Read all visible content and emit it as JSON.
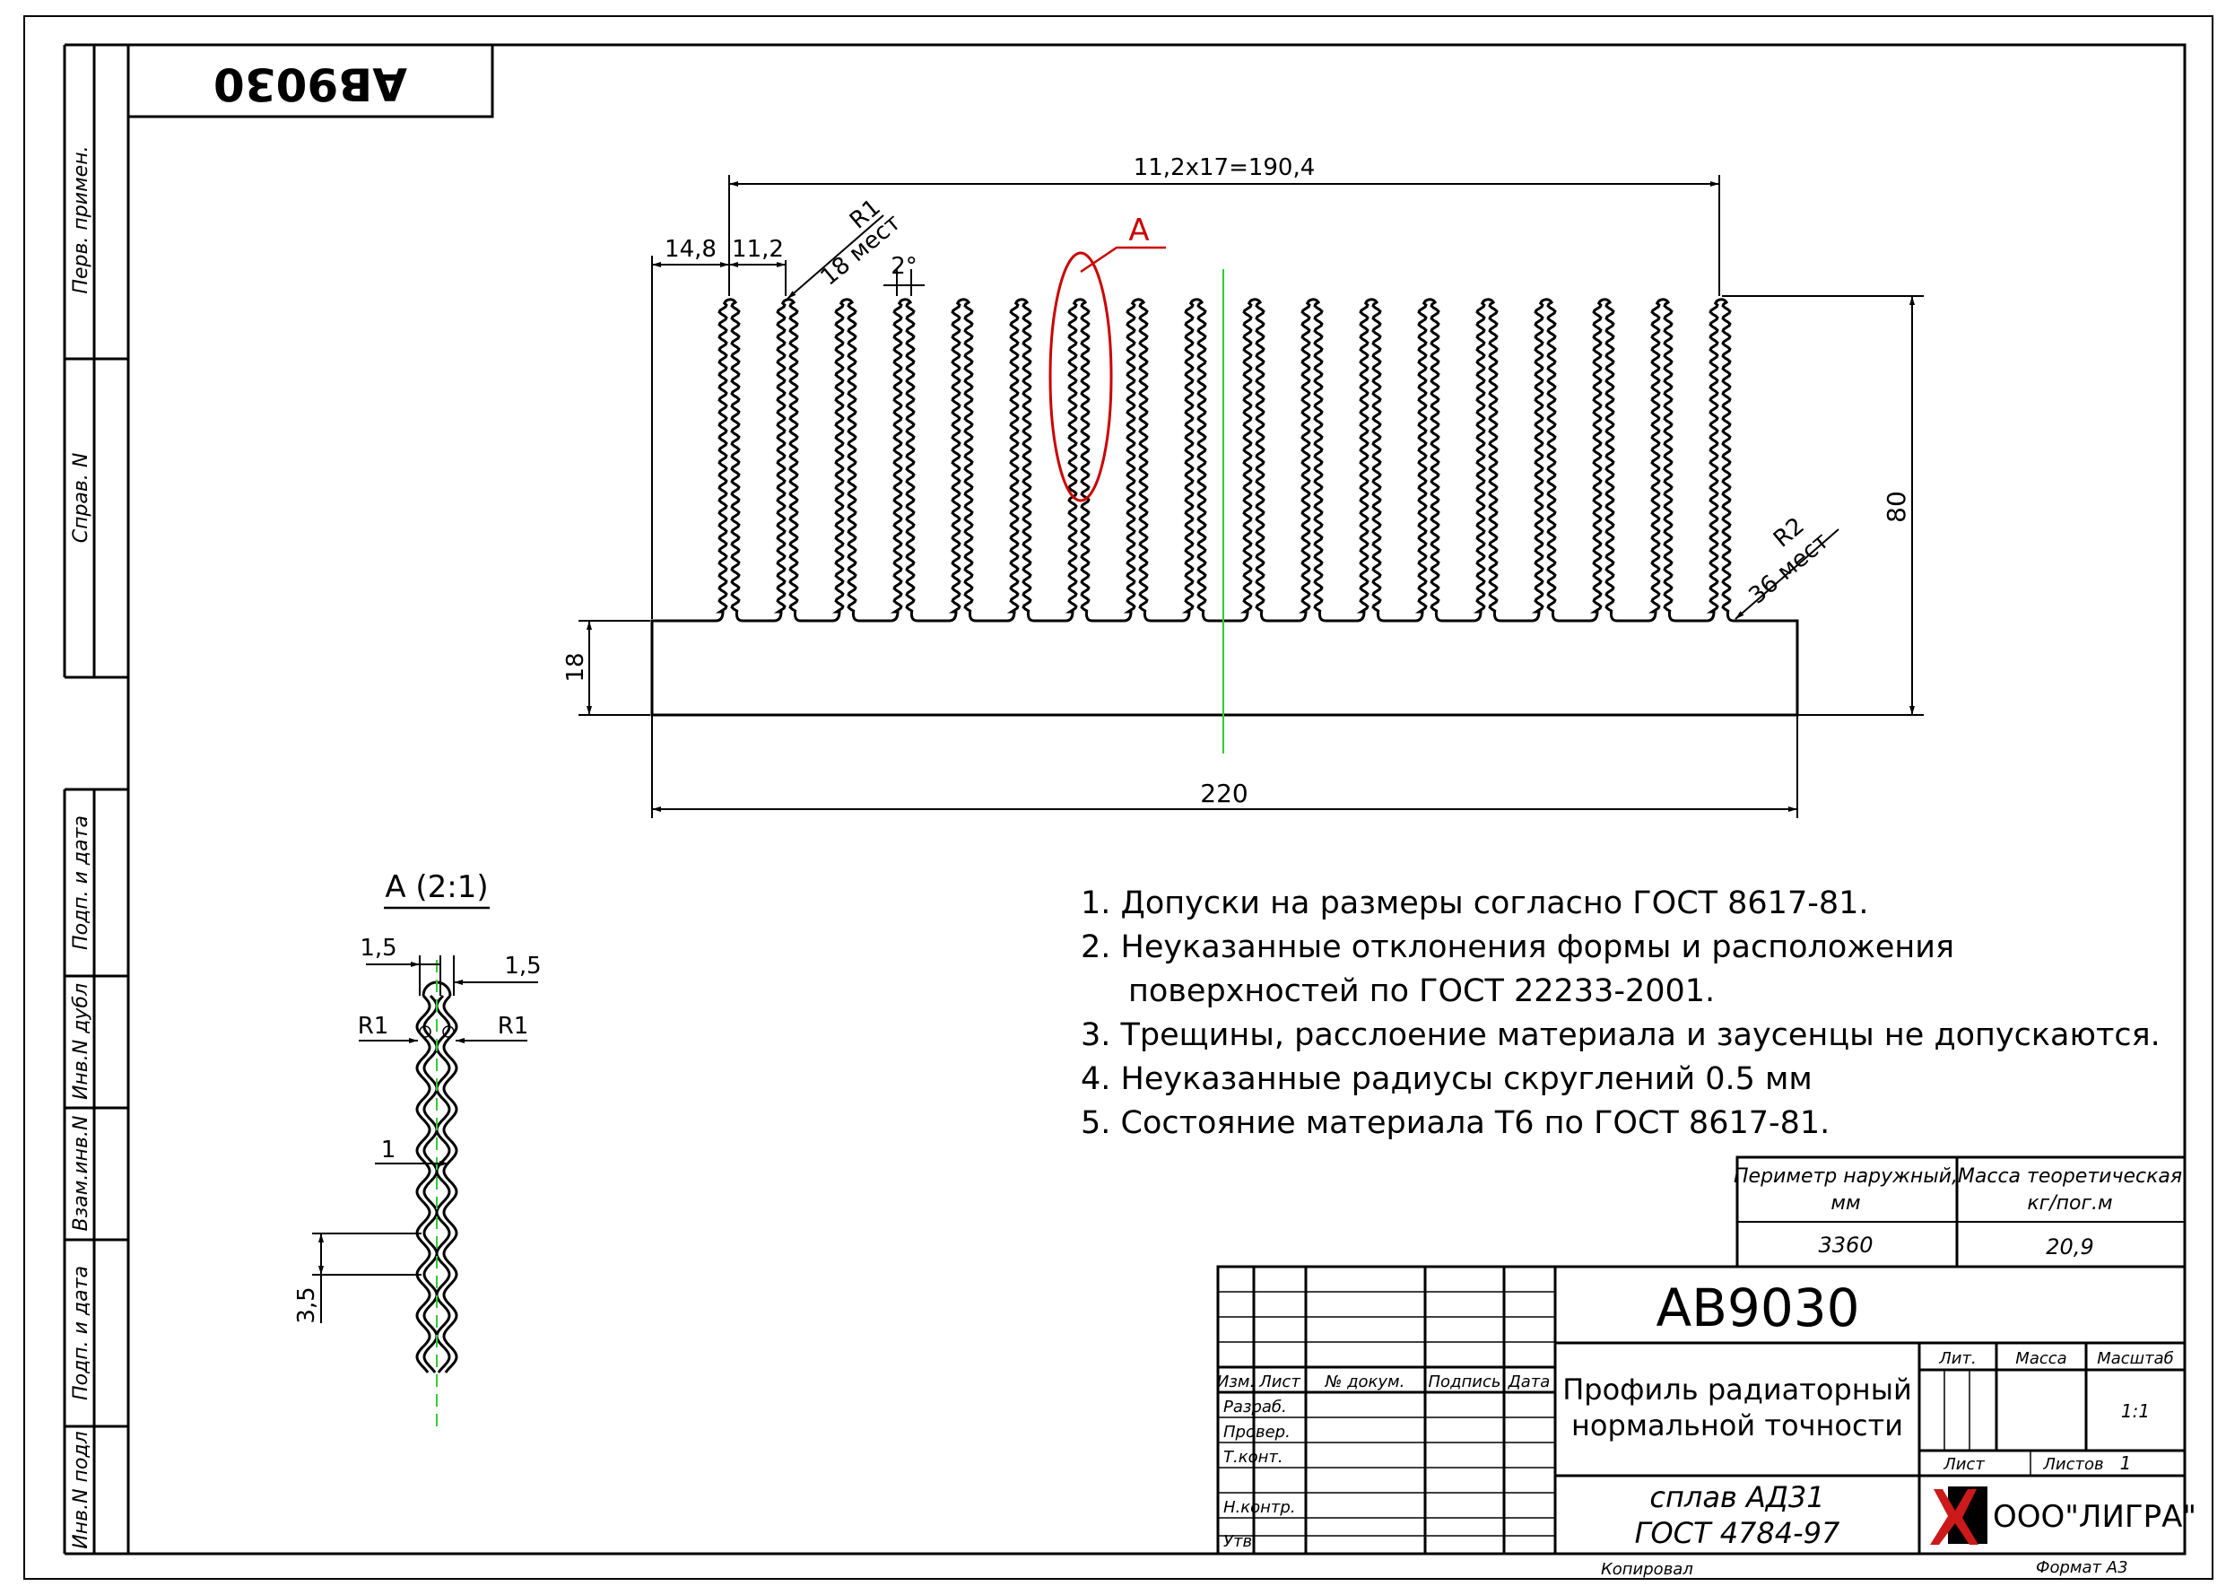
{
  "stamp_code": "АВ9030",
  "side_columns": {
    "perv_primen": "Перв. примен.",
    "sprav_n": "Справ. N",
    "podp_i_data_1": "Подп. и дата",
    "inv_n_dubl": "Инв.N дубл",
    "vzam_inv_n": "Взам.инв.N",
    "podp_i_data_2": "Подп. и дата",
    "inv_n_podl": "Инв.N подл"
  },
  "main_view": {
    "dim_pitch_total": "11,2x17=190,4",
    "dim_left_offset": "14,8",
    "dim_pitch": "11,2",
    "dim_tip_radius": "R1",
    "dim_tip_radius_count": "18 мест",
    "dim_angle": "2°",
    "callout_label": "А",
    "dim_root_radius": "R2",
    "dim_root_radius_count": "36 мест",
    "dim_height": "80",
    "dim_base_height": "18",
    "dim_width": "220"
  },
  "detail_view": {
    "title": "А (2:1)",
    "dim_left_thickness": "1,5",
    "dim_right_thickness": "1,5",
    "dim_left_radius": "R1",
    "dim_right_radius": "R1",
    "dim_wave_amplitude": "1",
    "dim_wave_pitch": "3,5"
  },
  "notes": [
    "1. Допуски на размеры согласно ГОСТ 8617-81.",
    "2. Неуказанные отклонения формы и расположения",
    "поверхностей по ГОСТ 22233-2001.",
    "3. Трещины, расслоение материала и заусенцы не допускаются.",
    "4. Неуказанные радиусы скруглений 0.5 мм",
    "5. Состояние материала Т6 по ГОСТ 8617-81."
  ],
  "props_table": {
    "perimeter_header_1": "Периметр наружный,",
    "perimeter_header_2": "мм",
    "mass_header_1": "Масса теоретическая",
    "mass_header_2": "кг/пог.м",
    "perimeter_value": "3360",
    "mass_value": "20,9"
  },
  "title_block": {
    "code": "АВ9030",
    "name_line_1": "Профиль радиаторный",
    "name_line_2": "нормальной точности",
    "material_line_1": "сплав АД31",
    "material_line_2": "ГОСТ 4784-97",
    "col_izm": "Изм.",
    "col_list": "Лист",
    "col_n_dokum": "№ докум.",
    "col_podpis": "Подпись",
    "col_data": "Дата",
    "row_razrab": "Разраб.",
    "row_prover": "Провер.",
    "row_tkont": "Т.конт.",
    "row_nkontr": "Н.контр.",
    "row_utv": "Утв.",
    "lit_label": "Лит.",
    "massa_label": "Масса",
    "masshtab_label": "Масштаб",
    "scale_value": "1:1",
    "list_label": "Лист",
    "listov_label": "Листов",
    "listov_value": "1",
    "company": "ООО\"ЛИГРА\"",
    "kopiroval": "Копировал",
    "format": "Формат А3"
  },
  "colors": {
    "line": "#000000",
    "callout": "#cc0000",
    "axis": "#33cc33",
    "logo_red": "#cc1a1a"
  }
}
